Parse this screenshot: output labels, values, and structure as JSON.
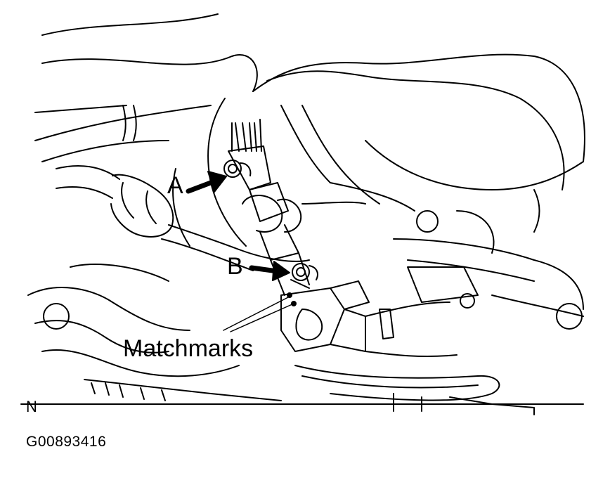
{
  "diagram": {
    "callouts": {
      "a": "A",
      "b": "B"
    },
    "caption": "Matchmarks",
    "orientation_marker": "N",
    "figure_id": "G00893416"
  },
  "colors": {
    "line": "#000000",
    "background": "#ffffff"
  }
}
